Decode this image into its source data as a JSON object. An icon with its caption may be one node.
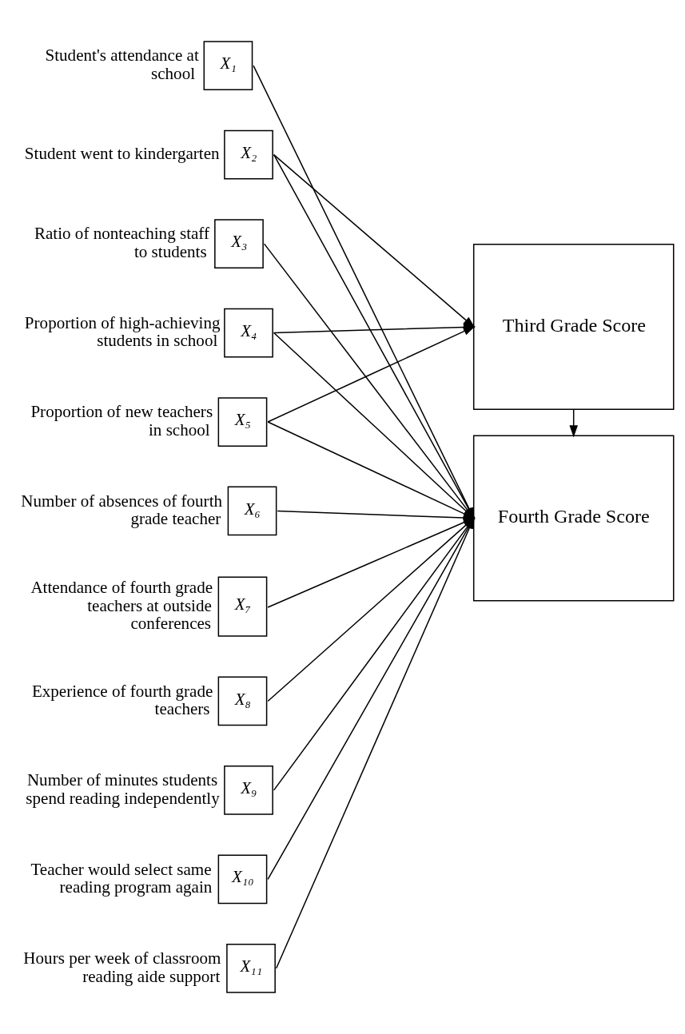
{
  "diagram": {
    "nodes": [
      {
        "text": [
          "X₁"
        ],
        "beside": [
          "Student's attendance at school"
        ]
      },
      {
        "text": [
          "X₂"
        ],
        "beside": [
          "Student went to kindergarten"
        ]
      },
      {
        "text": [
          "X₃"
        ],
        "beside": [
          "Ratio of nonteaching staff to students"
        ]
      },
      {
        "text": [
          "X₄"
        ],
        "beside": [
          "Proportion of high-achieving students in school"
        ]
      },
      {
        "text": [
          "X₅"
        ],
        "beside": [
          "Proportion of new teachers in school"
        ]
      },
      {
        "text": [
          "X₆"
        ],
        "beside": [
          "Number of absences of fourth grade teacher"
        ]
      },
      {
        "text": [
          "X₇"
        ],
        "beside": [
          "Attendance of fourth grade teachers at outside conferences"
        ]
      },
      {
        "text": [
          "X₈"
        ],
        "beside": [
          "Experience of fourth grade teachers"
        ]
      },
      {
        "text": [
          "X₉"
        ],
        "beside": [
          "Number of minutes students spend reading independently"
        ]
      },
      {
        "text": [
          "X₁₀"
        ],
        "beside": [
          "Teacher would select same reading program again"
        ]
      },
      {
        "text": [
          "X₁₁"
        ],
        "beside": [
          "Hours per week of classroom reading aide support"
        ]
      },
      {
        "text": [
          "Third Grade Score"
        ]
      },
      {
        "text": [
          "Fourth Grade Score"
        ]
      }
    ],
    "edges": [
      {
        "from": 0,
        "to": 12,
        "arrow": "to"
      },
      {
        "from": 1,
        "to": 11,
        "arrow": "to"
      },
      {
        "from": 1,
        "to": 12,
        "arrow": "to"
      },
      {
        "from": 2,
        "to": 12,
        "arrow": "to"
      },
      {
        "from": 3,
        "to": 11,
        "arrow": "to"
      },
      {
        "from": 3,
        "to": 12,
        "arrow": "to"
      },
      {
        "from": 4,
        "to": 11,
        "arrow": "to"
      },
      {
        "from": 4,
        "to": 12,
        "arrow": "to"
      },
      {
        "from": 5,
        "to": 12,
        "arrow": "to"
      },
      {
        "from": 6,
        "to": 12,
        "arrow": "to"
      },
      {
        "from": 7,
        "to": 12,
        "arrow": "to"
      },
      {
        "from": 8,
        "to": 12,
        "arrow": "to"
      },
      {
        "from": 9,
        "to": 12,
        "arrow": "to"
      },
      {
        "from": 10,
        "to": 12,
        "arrow": "to"
      },
      {
        "from": 11,
        "to": 12,
        "arrow": "to"
      }
    ]
  }
}
